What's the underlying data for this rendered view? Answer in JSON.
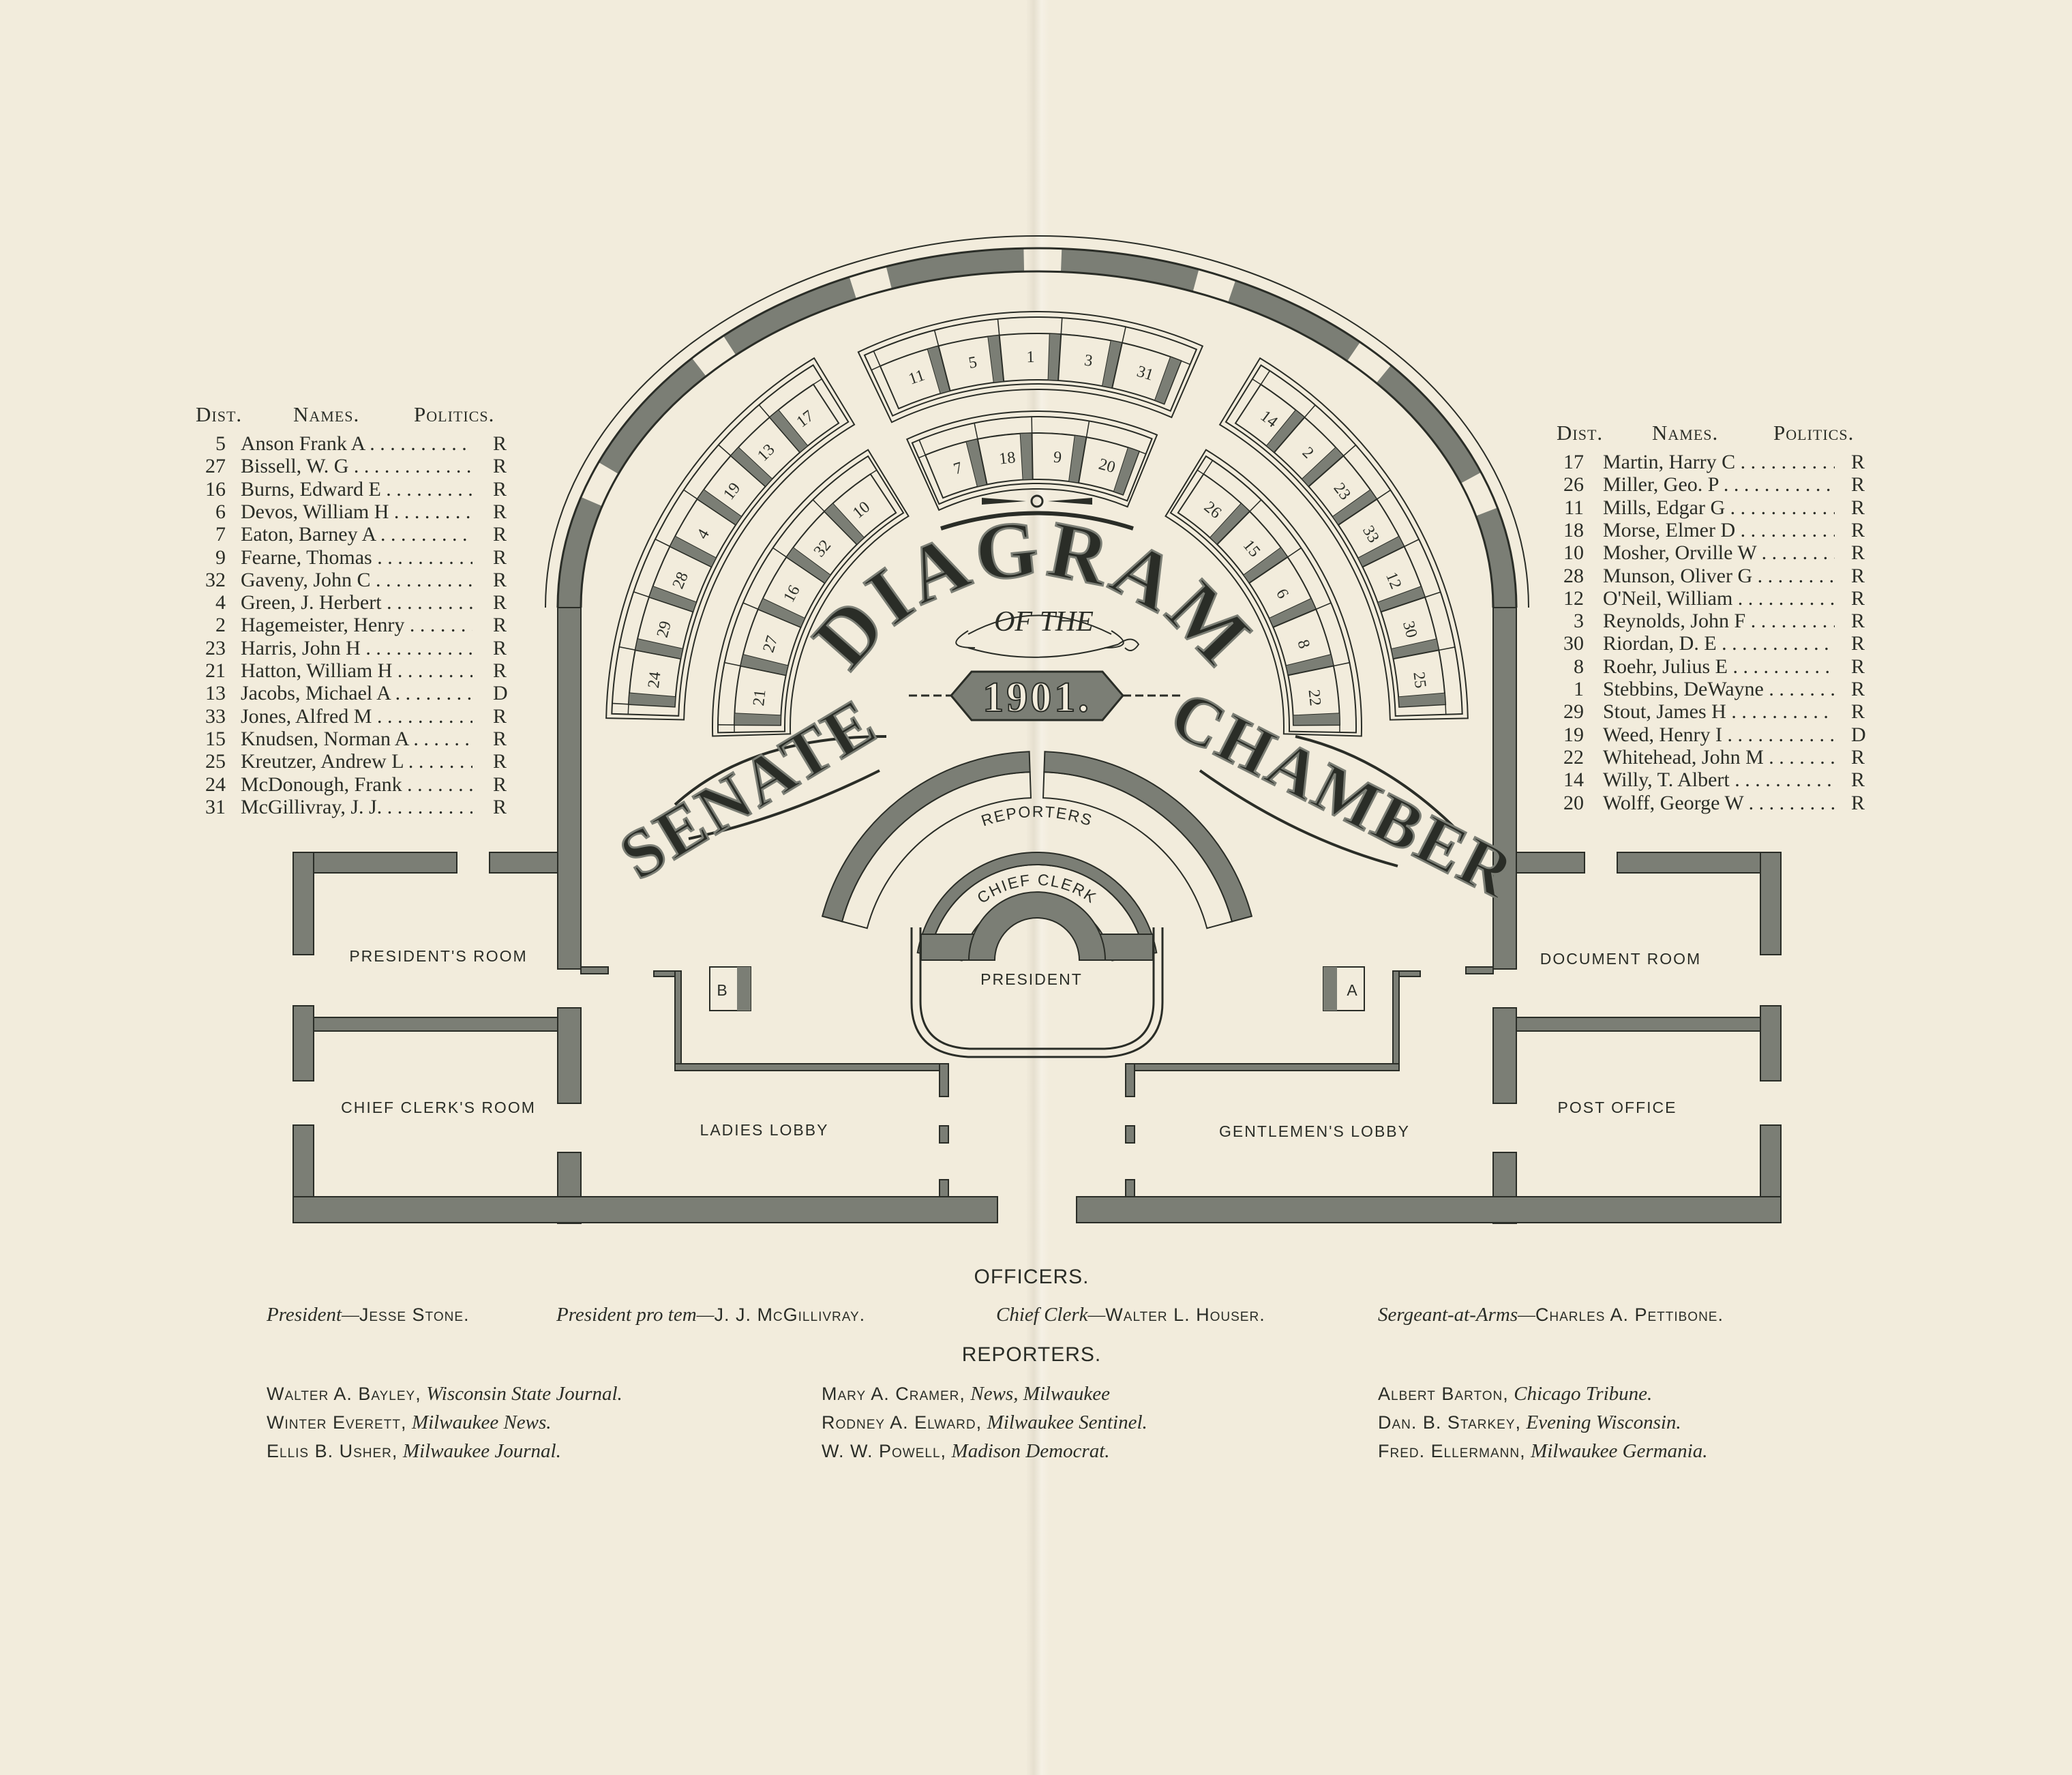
{
  "title": {
    "diagram": "DIAGRAM",
    "of_the": "OF THE",
    "year": "1901.",
    "senate": "SENATE",
    "chamber": "CHAMBER"
  },
  "colors": {
    "paper": "#f2ecdc",
    "ink": "#2a2d27",
    "wall": "#7b7e75"
  },
  "left_table": {
    "headers": {
      "dist": "Dist.",
      "names": "Names.",
      "politics": "Politics."
    },
    "rows": [
      {
        "dist": "5",
        "name": "Anson Frank A",
        "pol": "R"
      },
      {
        "dist": "27",
        "name": "Bissell, W. G",
        "pol": "R"
      },
      {
        "dist": "16",
        "name": "Burns, Edward E",
        "pol": "R"
      },
      {
        "dist": "6",
        "name": "Devos, William H",
        "pol": "R"
      },
      {
        "dist": "7",
        "name": "Eaton, Barney A",
        "pol": "R"
      },
      {
        "dist": "9",
        "name": "Fearne, Thomas",
        "pol": "R"
      },
      {
        "dist": "32",
        "name": "Gaveny, John C",
        "pol": "R"
      },
      {
        "dist": "4",
        "name": "Green, J. Herbert",
        "pol": "R"
      },
      {
        "dist": "2",
        "name": "Hagemeister, Henry",
        "pol": "R"
      },
      {
        "dist": "23",
        "name": "Harris, John H",
        "pol": "R"
      },
      {
        "dist": "21",
        "name": "Hatton, William H",
        "pol": "R"
      },
      {
        "dist": "13",
        "name": "Jacobs, Michael A",
        "pol": "D"
      },
      {
        "dist": "33",
        "name": "Jones, Alfred M",
        "pol": "R"
      },
      {
        "dist": "15",
        "name": "Knudsen, Norman A",
        "pol": "R"
      },
      {
        "dist": "25",
        "name": "Kreutzer, Andrew L",
        "pol": "R"
      },
      {
        "dist": "24",
        "name": "McDonough, Frank",
        "pol": "R"
      },
      {
        "dist": "31",
        "name": "McGillivray, J. J.",
        "pol": "R"
      }
    ]
  },
  "right_table": {
    "headers": {
      "dist": "Dist.",
      "names": "Names.",
      "politics": "Politics."
    },
    "rows": [
      {
        "dist": "17",
        "name": "Martin, Harry C",
        "pol": "R"
      },
      {
        "dist": "26",
        "name": "Miller, Geo. P",
        "pol": "R"
      },
      {
        "dist": "11",
        "name": "Mills, Edgar G",
        "pol": "R"
      },
      {
        "dist": "18",
        "name": "Morse, Elmer D",
        "pol": "R"
      },
      {
        "dist": "10",
        "name": "Mosher, Orville W",
        "pol": "R"
      },
      {
        "dist": "28",
        "name": "Munson, Oliver G",
        "pol": "R"
      },
      {
        "dist": "12",
        "name": "O'Neil, William",
        "pol": "R"
      },
      {
        "dist": "3",
        "name": "Reynolds, John F",
        "pol": "R"
      },
      {
        "dist": "30",
        "name": "Riordan, D. E",
        "pol": "R"
      },
      {
        "dist": "8",
        "name": "Roehr, Julius E",
        "pol": "R"
      },
      {
        "dist": "1",
        "name": "Stebbins, DeWayne",
        "pol": "R"
      },
      {
        "dist": "29",
        "name": "Stout, James H",
        "pol": "R"
      },
      {
        "dist": "19",
        "name": "Weed, Henry I",
        "pol": "D"
      },
      {
        "dist": "22",
        "name": "Whitehead, John M",
        "pol": "R"
      },
      {
        "dist": "14",
        "name": "Willy, T. Albert",
        "pol": "R"
      },
      {
        "dist": "20",
        "name": "Wolff, George W",
        "pol": "R"
      }
    ]
  },
  "seats": {
    "top_row": [
      "11",
      "5",
      "1",
      "3",
      "31"
    ],
    "second_row": [
      "7",
      "18",
      "9",
      "20"
    ],
    "left_outer": [
      "24",
      "29",
      "28",
      "4",
      "19",
      "13",
      "17"
    ],
    "left_inner": [
      "21",
      "27",
      "16",
      "32",
      "10"
    ],
    "right_outer": [
      "14",
      "2",
      "23",
      "33",
      "12",
      "30",
      "25"
    ],
    "right_inner": [
      "26",
      "15",
      "6",
      "8",
      "22"
    ]
  },
  "rooms": {
    "presidents_room": "PRESIDENT'S ROOM",
    "chief_clerks_room": "CHIEF CLERK'S ROOM",
    "ladies_lobby": "LADIES LOBBY",
    "president": "PRESIDENT",
    "gentlemens_lobby": "GENTLEMEN'S LOBBY",
    "document_room": "DOCUMENT ROOM",
    "post_office": "POST OFFICE",
    "reporters": "REPORTERS",
    "chief_clerk": "CHIEF CLERK",
    "desk_b": "B",
    "desk_a": "A"
  },
  "officers": {
    "heading": "OFFICERS.",
    "items": [
      {
        "role": "President—",
        "name": "Jesse Stone."
      },
      {
        "role": "President pro tem—",
        "name": "J. J. McGillivray."
      },
      {
        "role": "Chief Clerk—",
        "name": "Walter L. Houser."
      },
      {
        "role": "Sergeant-at-Arms—",
        "name": "Charles A. Pettibone."
      }
    ]
  },
  "reporters": {
    "heading": "REPORTERS.",
    "items": [
      {
        "name": "Walter A. Bayley,",
        "paper": "Wisconsin State Journal."
      },
      {
        "name": "Winter Everett,",
        "paper": "Milwaukee News."
      },
      {
        "name": "Ellis B. Usher,",
        "paper": "Milwaukee Journal."
      },
      {
        "name": "Mary A. Cramer,",
        "paper": "News, Milwaukee"
      },
      {
        "name": "Rodney A. Elward,",
        "paper": "Milwaukee Sentinel."
      },
      {
        "name": "W. W. Powell,",
        "paper": "Madison Democrat."
      },
      {
        "name": "Albert Barton,",
        "paper": "Chicago Tribune."
      },
      {
        "name": "Dan. B. Starkey,",
        "paper": "Evening Wisconsin."
      },
      {
        "name": "Fred. Ellermann,",
        "paper": "Milwaukee Germania."
      }
    ]
  }
}
